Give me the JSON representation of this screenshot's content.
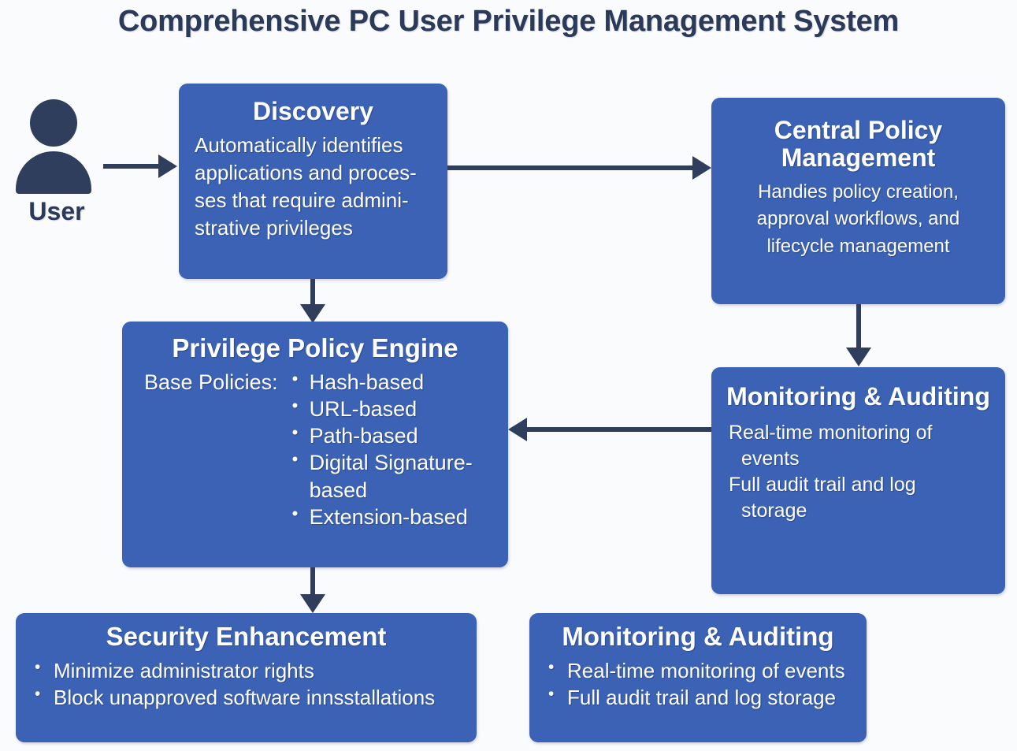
{
  "title": "Comprehensive PC User Privilege Management System",
  "colors": {
    "background": "#fafbfd",
    "node_fill": "#3b62b5",
    "node_text": "#ffffff",
    "accent_dark": "#2e3e5c",
    "title_text": "#2b3a58"
  },
  "actor": {
    "label": "User",
    "icon": "user-icon"
  },
  "nodes": {
    "discovery": {
      "title": "Discovery",
      "body_lines": [
        "Automatically identifies",
        "applications and proces-",
        "ses that require admini-",
        "strative privileges"
      ]
    },
    "central_policy": {
      "title_line1": "Central Policy",
      "title_line2": "Management",
      "body_lines": [
        "Handies policy creation,",
        "approval workflows, and",
        "lifecycle management"
      ]
    },
    "policy_engine": {
      "title": "Privilege Policy Engine",
      "base_label": "Base Policies:",
      "policies": [
        "Hash-based",
        "URL-based",
        "Path-based",
        "Digital Signature-based",
        "Extension-based"
      ]
    },
    "monitoring_right": {
      "title_line1": "Monitoring",
      "title_line2": "& Auditing",
      "body_lines": [
        "Real-time monitoring of",
        "events",
        "Full audit trail and log",
        "storage"
      ]
    },
    "security_enhancement": {
      "title": "Security Enhancement",
      "bullets": [
        "Minimize administrator rights",
        "Block unapproved software innsstallations"
      ]
    },
    "monitoring_bottom": {
      "title": "Monitoring & Auditing",
      "bullets": [
        "Real-time monitoring of events",
        "Full audit trail and log storage"
      ]
    }
  },
  "connections": [
    {
      "name": "user-to-discovery",
      "from": "User",
      "to": "Discovery",
      "direction": "right"
    },
    {
      "name": "discovery-to-central-policy",
      "from": "Discovery",
      "to": "Central Policy Management",
      "direction": "right"
    },
    {
      "name": "discovery-to-policy-engine",
      "from": "Discovery",
      "to": "Privilege Policy Engine",
      "direction": "down"
    },
    {
      "name": "central-policy-to-monitoring",
      "from": "Central Policy Management",
      "to": "Monitoring & Auditing",
      "direction": "down"
    },
    {
      "name": "monitoring-to-policy-engine",
      "from": "Monitoring & Auditing",
      "to": "Privilege Policy Engine",
      "direction": "left"
    },
    {
      "name": "policy-engine-to-security",
      "from": "Privilege Policy Engine",
      "to": "Security Enhancement",
      "direction": "down"
    }
  ]
}
